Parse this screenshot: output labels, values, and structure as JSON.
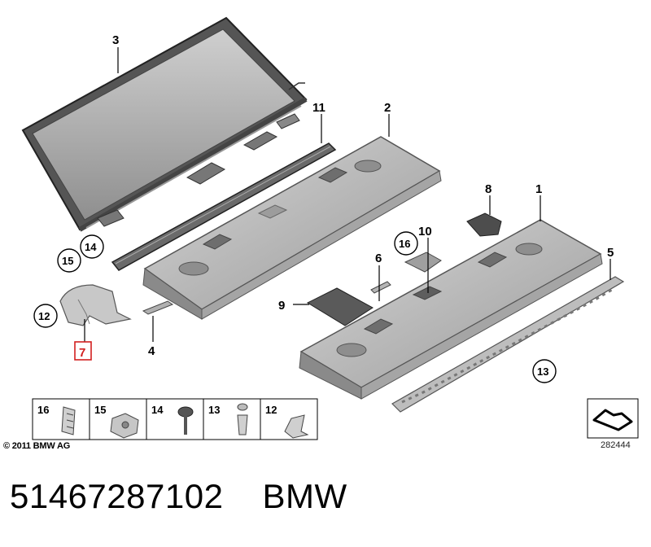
{
  "diagram": {
    "callouts": {
      "c1": "1",
      "c2": "2",
      "c3": "3",
      "c4": "4",
      "c5": "5",
      "c6": "6",
      "c7": "7",
      "c8": "8",
      "c9": "9",
      "c10": "10",
      "c11": "11",
      "c12": "12",
      "c13": "13",
      "c14": "14",
      "c15": "15",
      "c16": "16"
    },
    "legend": [
      "16",
      "15",
      "14",
      "13",
      "12"
    ],
    "highlight_color": "#d22020",
    "part_color": "#b9b9b9",
    "part_dark": "#7f7f7f"
  },
  "footer": {
    "copyright": "© 2011 BMW AG",
    "diagram_number": "282444"
  },
  "caption": {
    "part_number": "51467287102",
    "brand": "BMW"
  }
}
